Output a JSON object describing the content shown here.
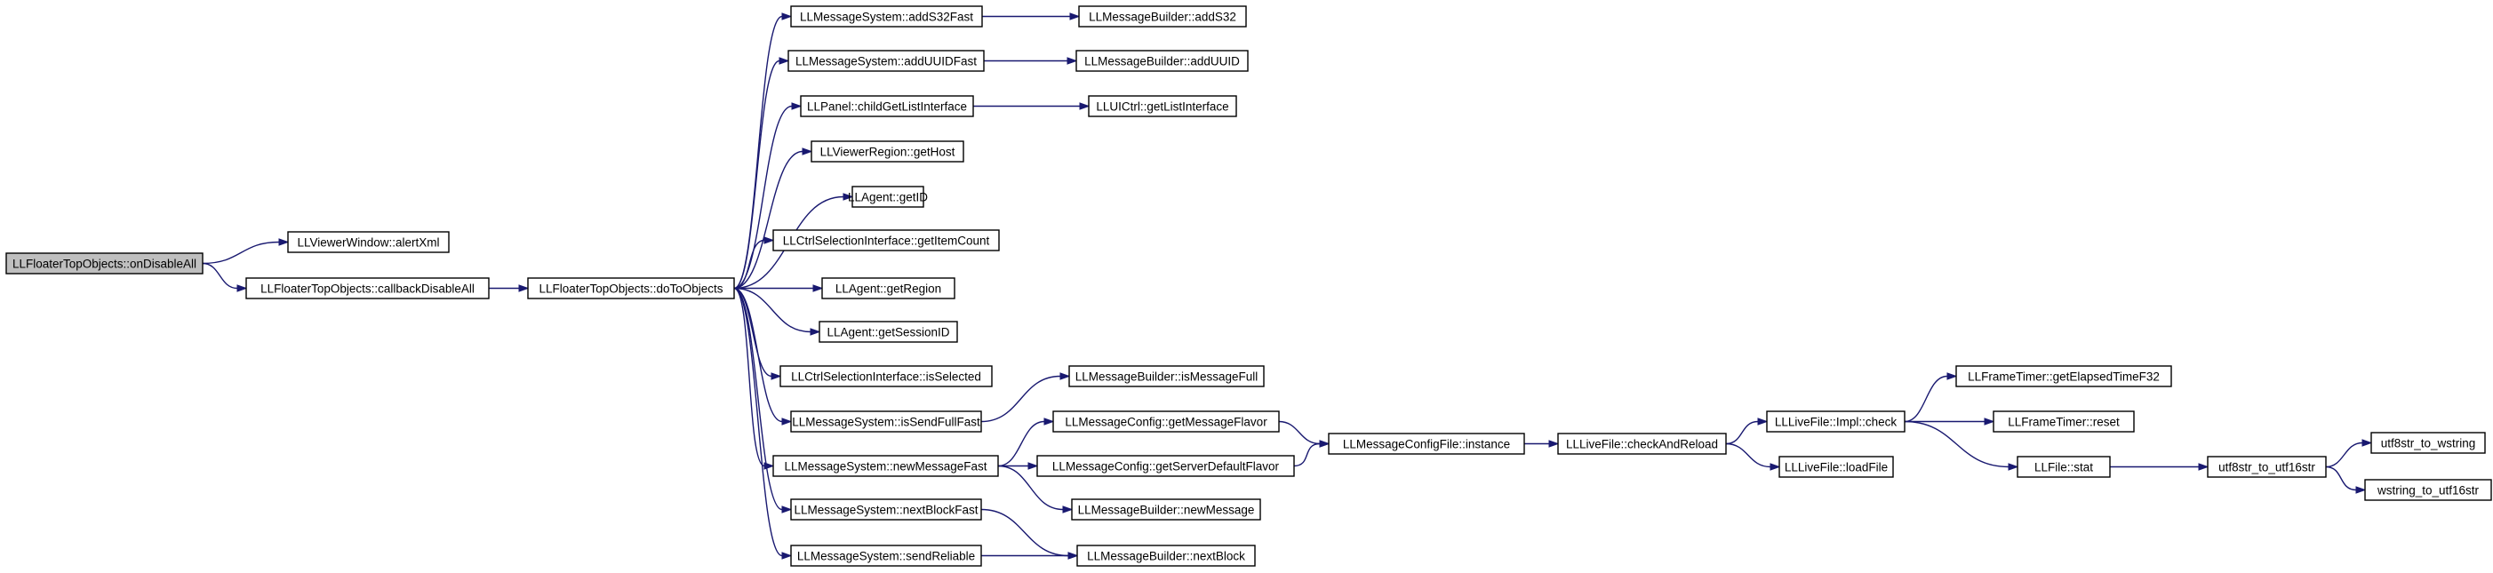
{
  "nodes": [
    {
      "id": "root",
      "label": "LLFloaterTopObjects::onDisableAll",
      "root": true
    },
    {
      "id": "alert",
      "label": "LLViewerWindow::alertXml"
    },
    {
      "id": "cbd",
      "label": "LLFloaterTopObjects::callbackDisableAll"
    },
    {
      "id": "doto",
      "label": "LLFloaterTopObjects::doToObjects"
    },
    {
      "id": "s32f",
      "label": "LLMessageSystem::addS32Fast"
    },
    {
      "id": "uuidf",
      "label": "LLMessageSystem::addUUIDFast"
    },
    {
      "id": "cgli",
      "label": "LLPanel::childGetListInterface"
    },
    {
      "id": "host",
      "label": "LLViewerRegion::getHost"
    },
    {
      "id": "gid",
      "label": "LLAgent::getID"
    },
    {
      "id": "gic",
      "label": "LLCtrlSelectionInterface::getItemCount"
    },
    {
      "id": "greg",
      "label": "LLAgent::getRegion"
    },
    {
      "id": "gsid",
      "label": "LLAgent::getSessionID"
    },
    {
      "id": "issel",
      "label": "LLCtrlSelectionInterface::isSelected"
    },
    {
      "id": "isff",
      "label": "LLMessageSystem::isSendFullFast"
    },
    {
      "id": "nmf",
      "label": "LLMessageSystem::newMessageFast"
    },
    {
      "id": "nbf",
      "label": "LLMessageSystem::nextBlockFast"
    },
    {
      "id": "srel",
      "label": "LLMessageSystem::sendReliable"
    },
    {
      "id": "mb_s32",
      "label": "LLMessageBuilder::addS32"
    },
    {
      "id": "mb_uuid",
      "label": "LLMessageBuilder::addUUID"
    },
    {
      "id": "uigli",
      "label": "LLUICtrl::getListInterface"
    },
    {
      "id": "mb_imf",
      "label": "LLMessageBuilder::isMessageFull"
    },
    {
      "id": "gmf",
      "label": "LLMessageConfig::getMessageFlavor"
    },
    {
      "id": "gsdf",
      "label": "LLMessageConfig::getServerDefaultFlavor"
    },
    {
      "id": "mb_nm",
      "label": "LLMessageBuilder::newMessage"
    },
    {
      "id": "mb_nb",
      "label": "LLMessageBuilder::nextBlock"
    },
    {
      "id": "mcfi",
      "label": "LLMessageConfigFile::instance"
    },
    {
      "id": "lfcr",
      "label": "LLLiveFile::checkAndReload"
    },
    {
      "id": "lfic",
      "label": "LLLiveFile::Impl::check"
    },
    {
      "id": "lflf",
      "label": "LLLiveFile::loadFile"
    },
    {
      "id": "ftget",
      "label": "LLFrameTimer::getElapsedTimeF32"
    },
    {
      "id": "ftres",
      "label": "LLFrameTimer::reset"
    },
    {
      "id": "fstat",
      "label": "LLFile::stat"
    },
    {
      "id": "u8u16",
      "label": "utf8str_to_utf16str"
    },
    {
      "id": "u8ws",
      "label": "utf8str_to_wstring"
    },
    {
      "id": "wsu16",
      "label": "wstring_to_utf16str"
    }
  ],
  "edges": [
    [
      "root",
      "alert"
    ],
    [
      "root",
      "cbd"
    ],
    [
      "cbd",
      "doto"
    ],
    [
      "doto",
      "s32f"
    ],
    [
      "doto",
      "uuidf"
    ],
    [
      "doto",
      "cgli"
    ],
    [
      "doto",
      "host"
    ],
    [
      "doto",
      "gid"
    ],
    [
      "doto",
      "gic"
    ],
    [
      "doto",
      "greg"
    ],
    [
      "doto",
      "gsid"
    ],
    [
      "doto",
      "issel"
    ],
    [
      "doto",
      "isff"
    ],
    [
      "doto",
      "nmf"
    ],
    [
      "doto",
      "nbf"
    ],
    [
      "doto",
      "srel"
    ],
    [
      "s32f",
      "mb_s32"
    ],
    [
      "uuidf",
      "mb_uuid"
    ],
    [
      "cgli",
      "uigli"
    ],
    [
      "isff",
      "mb_imf"
    ],
    [
      "nmf",
      "gmf"
    ],
    [
      "nmf",
      "gsdf"
    ],
    [
      "nmf",
      "mb_nm"
    ],
    [
      "nbf",
      "mb_nb"
    ],
    [
      "srel",
      "mb_nb"
    ],
    [
      "gmf",
      "mcfi"
    ],
    [
      "gsdf",
      "mcfi"
    ],
    [
      "mcfi",
      "lfcr"
    ],
    [
      "lfcr",
      "lfic"
    ],
    [
      "lfcr",
      "lflf"
    ],
    [
      "lfic",
      "ftget"
    ],
    [
      "lfic",
      "ftres"
    ],
    [
      "lfic",
      "fstat"
    ],
    [
      "fstat",
      "u8u16"
    ],
    [
      "u8u16",
      "u8ws"
    ],
    [
      "u8u16",
      "wsu16"
    ]
  ]
}
